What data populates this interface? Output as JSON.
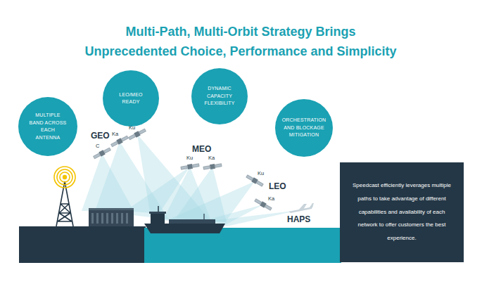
{
  "diagram": {
    "title": "Multi-Path, Multi-Orbit Strategy Brings Unprecedented Choice, Performance and Simplicity",
    "nodes": [
      {
        "text": [
          "MULTIPLE BAND ACROSS EACH ANTENNA"
        ]
      },
      {
        "text": [
          "LEO/MEO READY"
        ]
      },
      {
        "text": [
          "DYNAMIC CAPACITY FLEXIBILITY"
        ]
      },
      {
        "text": [
          "ORCHESTRATION AND BLOCKAGE MITIGATION"
        ]
      },
      {
        "text": [
          "Speedcast efficiently leverages multiple paths to take advantage of different capabilities and availability of each network to offer customers the best experience."
        ]
      }
    ],
    "labels": [
      "GEO",
      "C",
      "Ka",
      "Ku",
      "MEO",
      "Ku",
      "Ka",
      "LEO",
      "Ku",
      "Ka",
      "HAPS"
    ]
  }
}
